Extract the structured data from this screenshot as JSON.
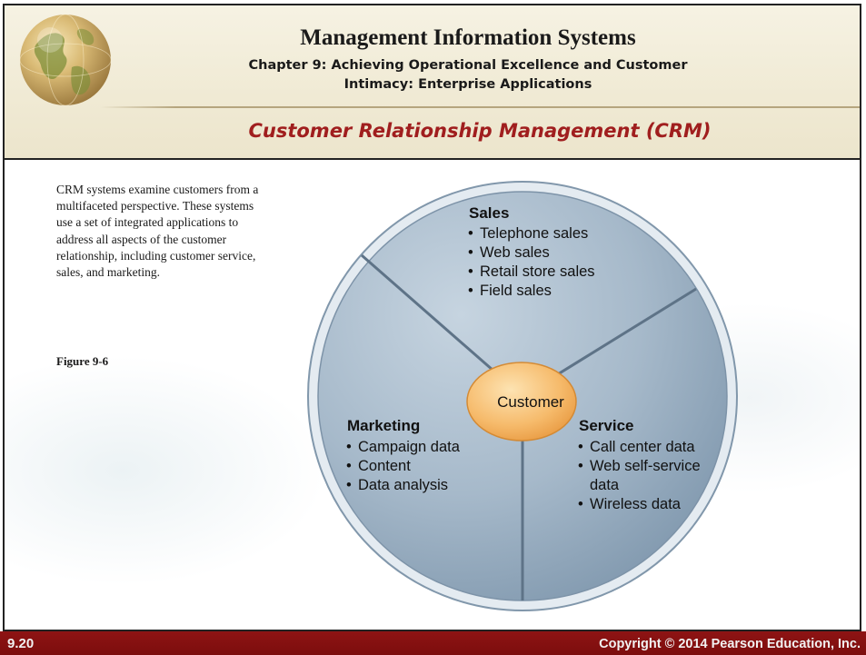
{
  "header": {
    "title": "Management Information Systems",
    "chapter_line1": "Chapter 9: Achieving Operational Excellence and Customer",
    "chapter_line2": "Intimacy: Enterprise Applications",
    "topic": "Customer Relationship Management (CRM)"
  },
  "caption": {
    "text": "CRM systems examine customers from a multifaceted perspective. These systems use a set of integrated applications to address all aspects of the customer relationship, including customer service, sales, and marketing.",
    "figure_label": "Figure 9-6"
  },
  "diagram": {
    "center": "Customer",
    "segments": [
      {
        "title": "Sales",
        "items": [
          "Telephone sales",
          "Web sales",
          "Retail store sales",
          "Field sales"
        ]
      },
      {
        "title": "Marketing",
        "items": [
          "Campaign data",
          "Content",
          "Data analysis"
        ]
      },
      {
        "title": "Service",
        "items": [
          "Call center data",
          "Web self-service",
          "data",
          "Wireless data"
        ]
      }
    ]
  },
  "footer": {
    "slide_number": "9.20",
    "copyright": "Copyright © 2014 Pearson Education, Inc."
  },
  "colors": {
    "topic_red": "#a01e1e",
    "footer_red": "#8e1414",
    "circle_blue": "#9fb4c6",
    "customer_orange": "#f3b25c"
  }
}
